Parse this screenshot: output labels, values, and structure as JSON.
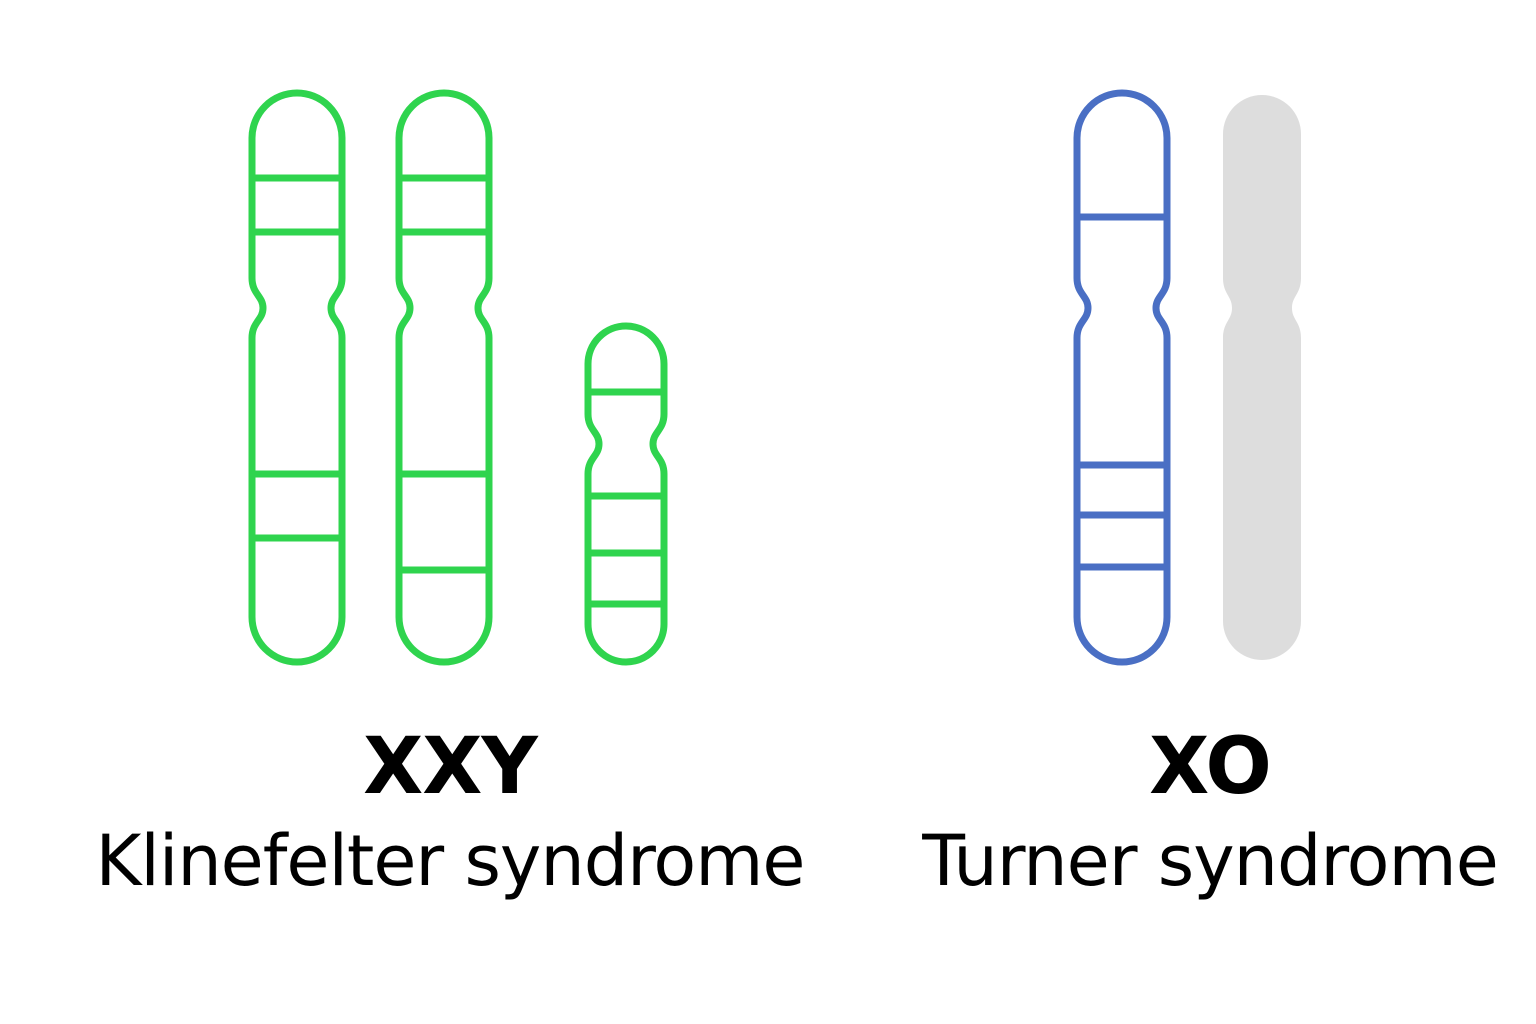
{
  "colors": {
    "klinefelter": "#2fd44e",
    "turner": "#4a6fc4",
    "missing": "#dddddd",
    "text": "#000000"
  },
  "groups": [
    {
      "id": "klinefelter",
      "karyotype": "XXY",
      "syndrome": "Klinefelter syndrome",
      "chromosomes": [
        {
          "type": "X",
          "style": "outline",
          "color": "klinefelter"
        },
        {
          "type": "X",
          "style": "outline",
          "color": "klinefelter"
        },
        {
          "type": "Y",
          "style": "outline",
          "color": "klinefelter"
        }
      ]
    },
    {
      "id": "turner",
      "karyotype": "XO",
      "syndrome": "Turner syndrome",
      "chromosomes": [
        {
          "type": "X",
          "style": "outline",
          "color": "turner"
        },
        {
          "type": "X",
          "style": "missing",
          "color": "missing"
        }
      ]
    }
  ]
}
